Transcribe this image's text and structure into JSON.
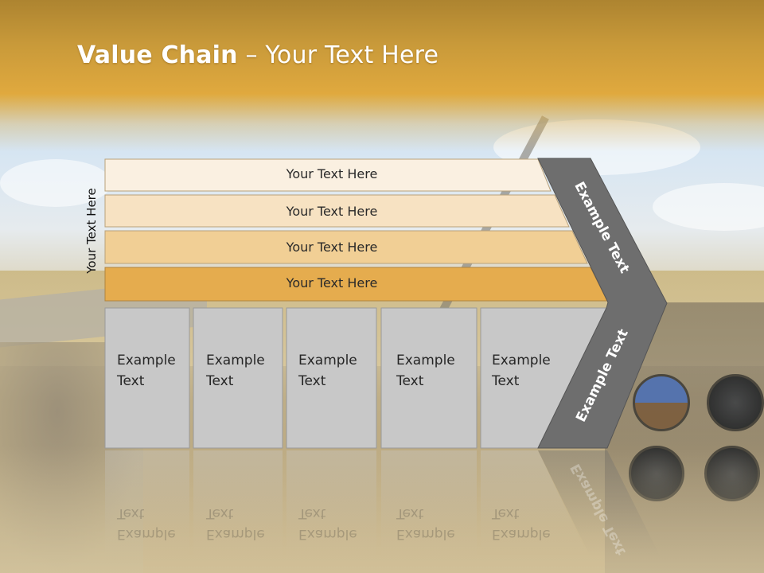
{
  "slide": {
    "title_bold": "Value Chain",
    "title_rest": " – Your Text Here",
    "side_label": "Your Text Here"
  },
  "rows": [
    {
      "label": "Your Text Here"
    },
    {
      "label": "Your Text Here"
    },
    {
      "label": "Your Text Here"
    },
    {
      "label": "Your Text Here"
    }
  ],
  "boxes": [
    {
      "line1": "Example",
      "line2": "Text"
    },
    {
      "line1": "Example",
      "line2": "Text"
    },
    {
      "line1": "Example",
      "line2": "Text"
    },
    {
      "line1": "Example",
      "line2": "Text"
    },
    {
      "line1": "Example",
      "line2": "Text"
    }
  ],
  "chevron": {
    "upper_label": "Example Text",
    "lower_label": "Example Text"
  },
  "colors": {
    "header_gold": "#e0a93e",
    "row_1": "#faf0e1",
    "row_2": "#f7e2c2",
    "row_3": "#f1cf95",
    "row_4": "#e5ac4e",
    "box_gray": "#c8c8c8",
    "chevron_gray": "#6e6e6e"
  }
}
